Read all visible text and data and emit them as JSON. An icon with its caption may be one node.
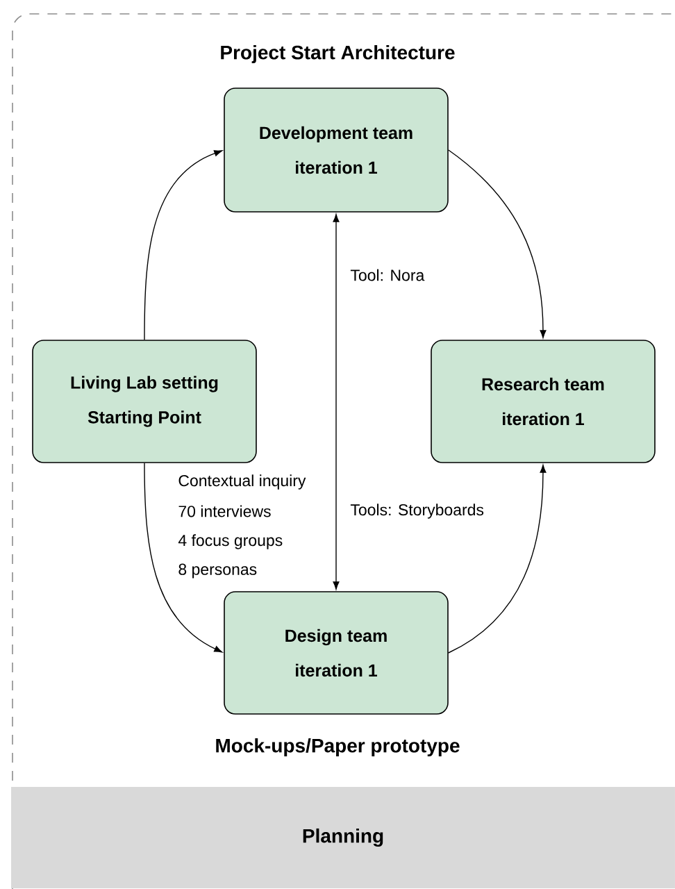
{
  "diagram": {
    "nodes": [
      {
        "text": [
          "Development team",
          "iteration 1"
        ],
        "beside": [
          "Project Start Architecture"
        ]
      },
      {
        "text": [
          "Living Lab setting",
          "Starting Point"
        ]
      },
      {
        "text": [
          "Research team",
          "iteration 1"
        ]
      },
      {
        "text": [
          "Design team",
          "iteration 1"
        ],
        "beside": [
          "Mock-ups/Paper prototype"
        ]
      },
      {
        "text": [
          "Planning"
        ]
      }
    ],
    "edges": [
      {
        "from": 1,
        "to": 0,
        "arrow": "to"
      },
      {
        "from": 0,
        "to": 2,
        "arrow": "to"
      },
      {
        "from": 1,
        "to": 3,
        "arrow": "to"
      },
      {
        "from": 3,
        "to": 2,
        "arrow": "to"
      },
      {
        "from": 3,
        "to": 0,
        "arrow": "both",
        "label": "Tool: Nora"
      }
    ],
    "labels": [
      "Contextual inquiry",
      "70 interviews",
      "4 focus groups",
      "8 personas",
      "Tools: Storyboards"
    ]
  }
}
